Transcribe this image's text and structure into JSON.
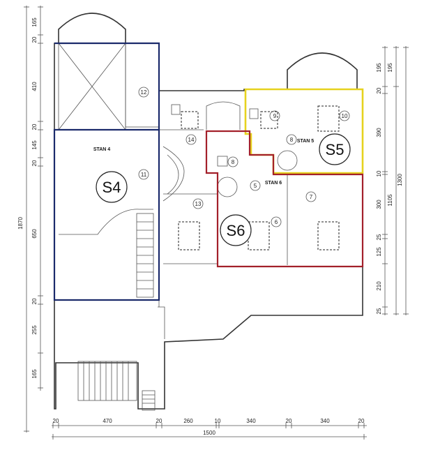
{
  "units": [
    {
      "id": "s4",
      "label": "S4",
      "stan": "STAN 4",
      "color": "#1b2a6b"
    },
    {
      "id": "s5",
      "label": "S5",
      "stan": "STAN 5",
      "color": "#e6d21e"
    },
    {
      "id": "s6",
      "label": "S6",
      "stan": "STAN 6",
      "color": "#a3202a"
    }
  ],
  "rooms": [
    "12",
    "11",
    "14",
    "13",
    "9",
    "10",
    "8",
    "8",
    "5",
    "7",
    "6"
  ],
  "dims": {
    "left": [
      "165",
      "20",
      "410",
      "20",
      "145",
      "20",
      "650",
      "20",
      "255",
      "165"
    ],
    "left_total": "1870",
    "right_inner": [
      "195",
      "20",
      "390",
      "10",
      "300",
      "25",
      "125",
      "210",
      "25"
    ],
    "right_mid": [
      "195",
      "1105"
    ],
    "right_total": "1300",
    "bottom": [
      "20",
      "470",
      "20",
      "260",
      "10",
      "340",
      "20",
      "340",
      "20"
    ],
    "bottom_total": "1500"
  }
}
